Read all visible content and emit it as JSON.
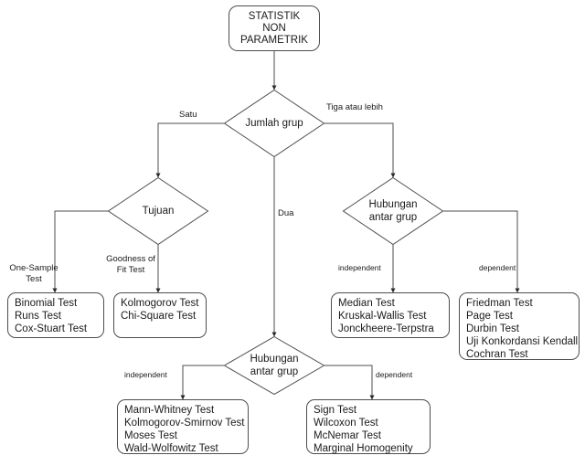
{
  "diagram": {
    "title_node": {
      "lines": [
        "STATISTIK",
        "NON",
        "PARAMETRIK"
      ],
      "line1": "STATISTIK",
      "line2": "NON",
      "line3": "PARAMETRIK"
    },
    "decisions": {
      "jumlah_grup": {
        "line1": "Jumlah grup",
        "line2": ""
      },
      "tujuan": {
        "line1": "Tujuan",
        "line2": ""
      },
      "hubungan_right": {
        "line1": "Hubungan",
        "line2": "antar grup"
      },
      "hubungan_bottom": {
        "line1": "Hubungan",
        "line2": "antar grup"
      }
    },
    "edge_labels": {
      "satu": "Satu",
      "dua": "Dua",
      "tiga_atau_lebih": "Tiga atau lebih",
      "one_sample_test_l1": "One-Sample",
      "one_sample_test_l2": "Test",
      "goodness_of_fit_l1": "Goodness of",
      "goodness_of_fit_l2": "Fit Test",
      "independent_right": "independent",
      "dependent_right": "dependent",
      "independent_bottom": "independent",
      "dependent_bottom": "dependent"
    },
    "test_boxes": {
      "one_sample": {
        "l1": "Binomial Test",
        "l2": "Runs Test",
        "l3": "Cox-Stuart Test"
      },
      "goodness_of_fit": {
        "l1": "Kolmogorov Test",
        "l2": "Chi-Square Test"
      },
      "k_independent": {
        "l1": "Median Test",
        "l2": "Kruskal-Wallis Test",
        "l3": "Jonckheere-Terpstra"
      },
      "k_dependent": {
        "l1": "Friedman Test",
        "l2": "Page Test",
        "l3": "Durbin Test",
        "l4": "Uji Konkordansi Kendall",
        "l5": "Cochran Test"
      },
      "two_independent": {
        "l1": "Mann-Whitney Test",
        "l2": "Kolmogorov-Smirnov Test",
        "l3": "Moses Test",
        "l4": "Wald-Wolfowitz Test"
      },
      "two_dependent": {
        "l1": "Sign Test",
        "l2": "Wilcoxon Test",
        "l3": "McNemar Test",
        "l4": "Marginal Homogenity"
      }
    },
    "colors": {
      "stroke": "#4d4d4d",
      "text": "#1a1a1a",
      "background": "#ffffff"
    }
  }
}
